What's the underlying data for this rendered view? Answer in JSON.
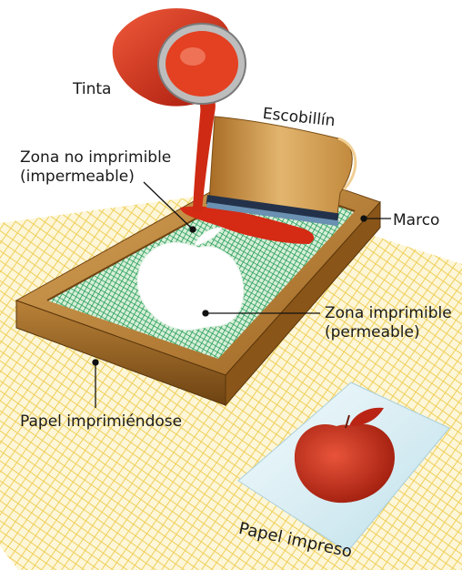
{
  "labels": {
    "tinta": "Tinta",
    "escobillin": "Escobillín",
    "zona_no_imprimible_line1": "Zona no imprimible",
    "zona_no_imprimible_line2": "(impermeable)",
    "marco": "Marco",
    "zona_imprimible_line1": "Zona imprimible",
    "zona_imprimible_line2": "(permeable)",
    "papel_imprimiendose": "Papel imprimiéndose",
    "papel_impreso": "Papel impreso"
  },
  "colors": {
    "paper_mesh": "#f0d46a",
    "paper_bg": "#fdf6d8",
    "screen_mesh": "#1f9b55",
    "screen_bg": "#d8efd9",
    "frame_wood": "#b07a2e",
    "frame_dark": "#7a4d15",
    "ink_red": "#d52a14",
    "squeegee": "#c9934a",
    "printed_paper": "#d6ecf3"
  }
}
